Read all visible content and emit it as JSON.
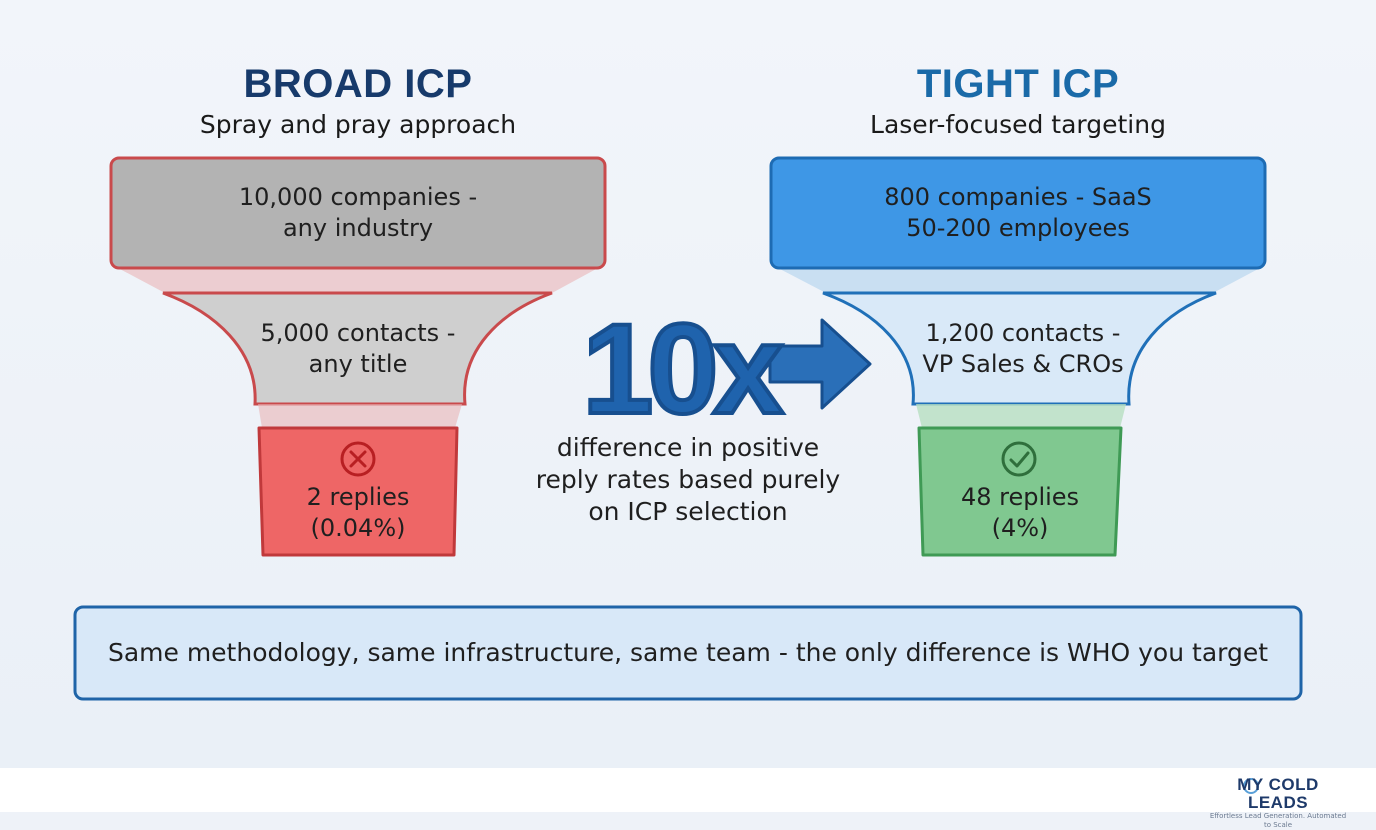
{
  "broad": {
    "title": "BROAD ICP",
    "subtitle": "Spray and pray approach",
    "stage1": [
      "10,000 companies -",
      "any industry"
    ],
    "stage2": [
      "5,000 contacts -",
      "any title"
    ],
    "result": [
      "2 replies",
      "(0.04%)"
    ],
    "result_icon": "x-circle-icon",
    "colors": {
      "title": "#173a6b",
      "border": "#c9494b",
      "result_fill": "#ee6666"
    }
  },
  "tight": {
    "title": "TIGHT ICP",
    "subtitle": "Laser-focused targeting",
    "stage1": [
      "800 companies - SaaS",
      "50-200 employees"
    ],
    "stage2": [
      "1,200 contacts -",
      "VP Sales & CROs"
    ],
    "result": [
      "48 replies",
      "(4%)"
    ],
    "result_icon": "check-circle-icon",
    "colors": {
      "title": "#1a6aa8",
      "border": "#2070b8",
      "result_fill": "#80c890"
    }
  },
  "center": {
    "multiplier": "10x",
    "caption": [
      "difference in positive",
      "reply rates based purely",
      "on ICP selection"
    ],
    "arrow_icon": "arrow-right-icon"
  },
  "note": "Same methodology, same infrastructure, same team - the only difference is WHO you target",
  "logo": {
    "name": "MY COLD LEADS",
    "tagline": "Effortless Lead Generation. Automated to Scale"
  }
}
